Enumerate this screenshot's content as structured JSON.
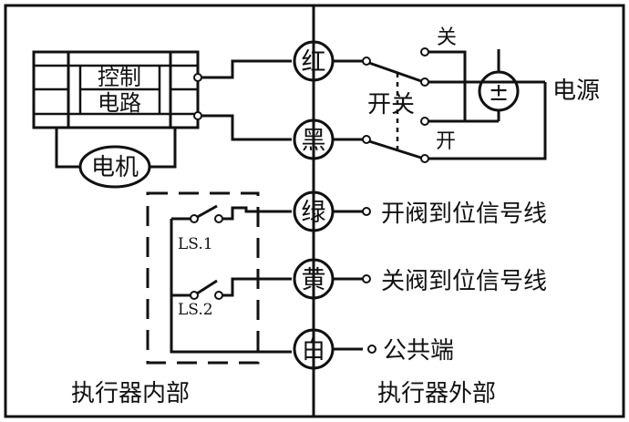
{
  "terminals": {
    "red": "红",
    "black": "黑",
    "green": "绿",
    "yellow": "黄",
    "white": "白"
  },
  "inside": {
    "control_line1": "控制",
    "control_line2": "电路",
    "motor": "电机",
    "ls1": "LS.1",
    "ls2": "LS.2",
    "region_label": "执行器内部"
  },
  "outside": {
    "switch_label": "开关",
    "off_label": "关",
    "on_label": "开",
    "power_symbol": "±",
    "power_label": "电源",
    "open_signal": "开阀到位信号线",
    "close_signal": "关阀到位信号线",
    "common": "公共端",
    "region_label": "执行器外部"
  }
}
